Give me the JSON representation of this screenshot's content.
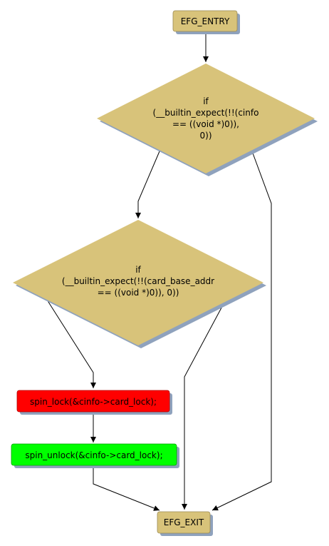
{
  "colors": {
    "node_fill": "#d8c37a",
    "shadow": "#8fa2bd",
    "error_fill": "#ff0000",
    "ok_fill": "#00ff00",
    "edge": "#000000"
  },
  "nodes": {
    "entry": {
      "label": "EFG_ENTRY"
    },
    "cond1": {
      "lines": [
        "if",
        "(__builtin_expect(!!(cinfo",
        "== ((void *)0)),",
        "0))"
      ]
    },
    "cond2": {
      "lines": [
        "if",
        "(__builtin_expect(!!(card_base_addr",
        "== ((void *)0)), 0))"
      ]
    },
    "lock": {
      "label": "spin_lock(&cinfo->card_lock);"
    },
    "unlock": {
      "label": "spin_unlock(&cinfo->card_lock);"
    },
    "exit": {
      "label": "EFG_EXIT"
    }
  },
  "edges": [
    {
      "from": "entry",
      "to": "cond1"
    },
    {
      "from": "cond1",
      "to": "cond2"
    },
    {
      "from": "cond1",
      "to": "exit"
    },
    {
      "from": "cond2",
      "to": "lock"
    },
    {
      "from": "cond2",
      "to": "exit"
    },
    {
      "from": "lock",
      "to": "unlock"
    },
    {
      "from": "unlock",
      "to": "exit"
    }
  ]
}
